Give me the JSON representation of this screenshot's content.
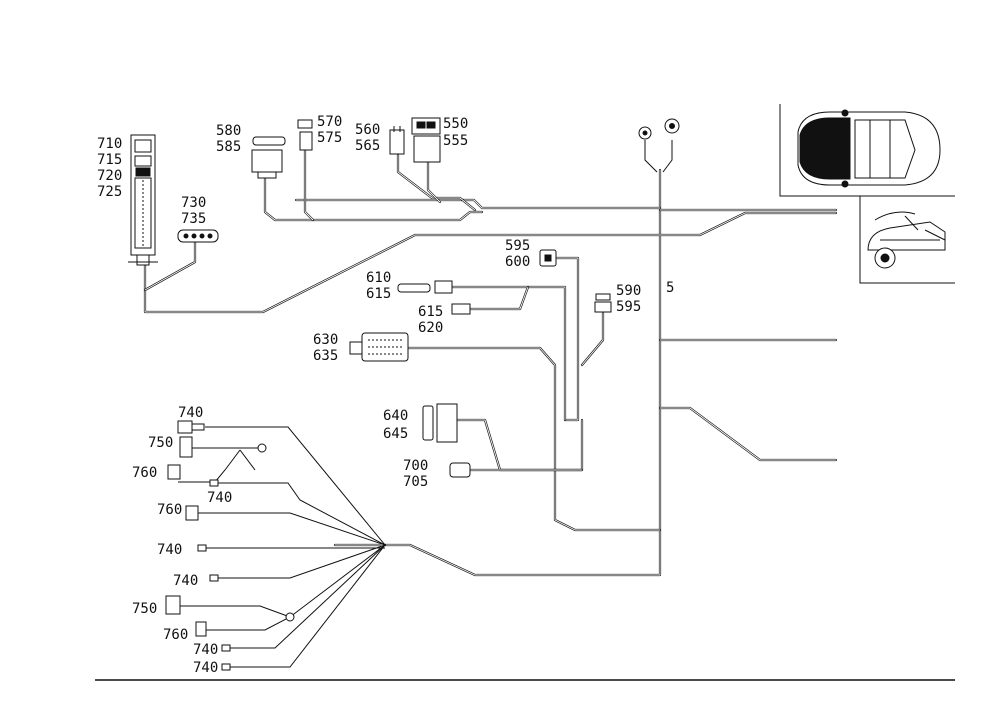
{
  "colors": {
    "ink": "#111111",
    "paper": "#ffffff"
  },
  "icons": {
    "car_top": "car-top-view-icon",
    "car_side": "car-convertible-icon"
  },
  "labels": {
    "l710": "710",
    "l715": "715",
    "l720": "720",
    "l725": "725",
    "l730": "730",
    "l735": "735",
    "l580": "580",
    "l585": "585",
    "l570": "570",
    "l575": "575",
    "l560": "560",
    "l565": "565",
    "l550": "550",
    "l555": "555",
    "l595a": "595",
    "l600": "600",
    "l610": "610",
    "l615a": "615",
    "l615b": "615",
    "l620": "620",
    "l590": "590",
    "l595b": "595",
    "l5": "5",
    "l630": "630",
    "l635": "635",
    "l640": "640",
    "l645": "645",
    "l700": "700",
    "l705": "705",
    "l740a": "740",
    "l750a": "750",
    "l760a": "760",
    "l740b": "740",
    "l760b": "760",
    "l740c": "740",
    "l740d": "740",
    "l750b": "750",
    "l760c": "760",
    "l740e": "740",
    "l740f": "740"
  }
}
